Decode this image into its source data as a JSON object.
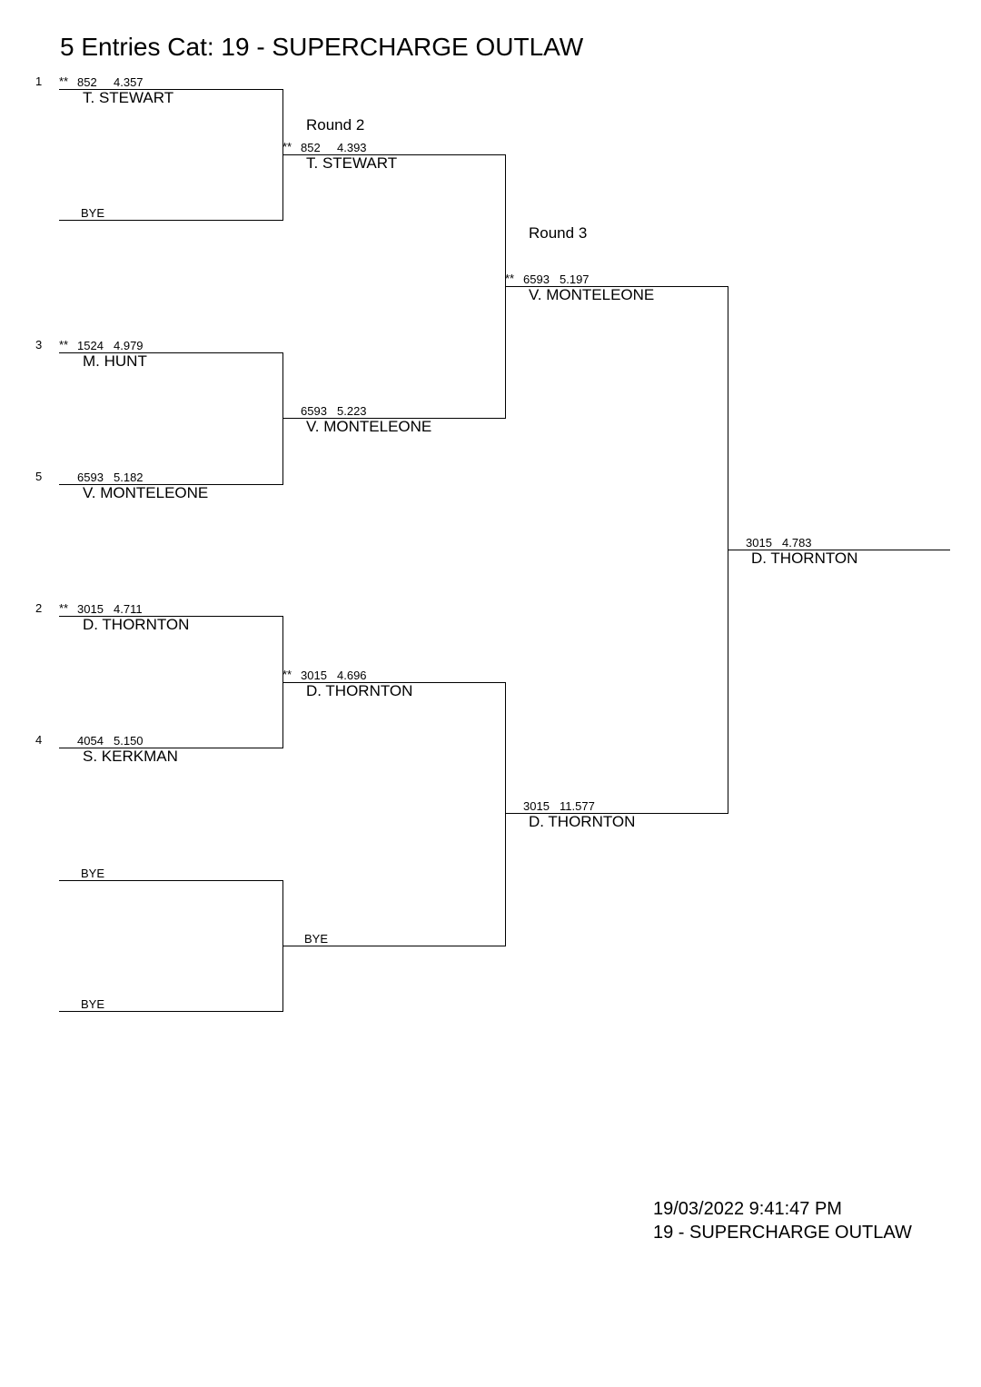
{
  "title": "5 Entries Cat: 19 - SUPERCHARGE OUTLAW",
  "round_labels": {
    "round2": "Round 2",
    "round3": "Round 3"
  },
  "round1": [
    {
      "seed": "1",
      "star": "**",
      "car": "852",
      "time": "4.357",
      "name": "T. STEWART"
    },
    {
      "seed": "",
      "star": "",
      "car": "",
      "time": "",
      "name": "BYE"
    },
    {
      "seed": "3",
      "star": "**",
      "car": "1524",
      "time": "4.979",
      "name": "M. HUNT"
    },
    {
      "seed": "5",
      "star": "",
      "car": "6593",
      "time": "5.182",
      "name": "V. MONTELEONE"
    },
    {
      "seed": "2",
      "star": "**",
      "car": "3015",
      "time": "4.711",
      "name": "D. THORNTON"
    },
    {
      "seed": "4",
      "star": "",
      "car": "4054",
      "time": "5.150",
      "name": "S. KERKMAN"
    },
    {
      "seed": "",
      "star": "",
      "car": "",
      "time": "",
      "name": "BYE"
    },
    {
      "seed": "",
      "star": "",
      "car": "",
      "time": "",
      "name": "BYE"
    }
  ],
  "round2": [
    {
      "star": "**",
      "car": "852",
      "time": "4.393",
      "name": "T. STEWART"
    },
    {
      "star": "",
      "car": "6593",
      "time": "5.223",
      "name": "V. MONTELEONE"
    },
    {
      "star": "**",
      "car": "3015",
      "time": "4.696",
      "name": "D. THORNTON"
    },
    {
      "star": "",
      "car": "",
      "time": "",
      "name": "BYE"
    }
  ],
  "round3": [
    {
      "star": "**",
      "car": "6593",
      "time": "5.197",
      "name": "V. MONTELEONE"
    },
    {
      "star": "",
      "car": "3015",
      "time": "11.577",
      "name": "D. THORNTON"
    }
  ],
  "final": {
    "star": "",
    "car": "3015",
    "time": "4.783",
    "name": "D. THORNTON"
  },
  "footer": {
    "datetime": "19/03/2022 9:41:47 PM",
    "category": "19 - SUPERCHARGE OUTLAW"
  }
}
